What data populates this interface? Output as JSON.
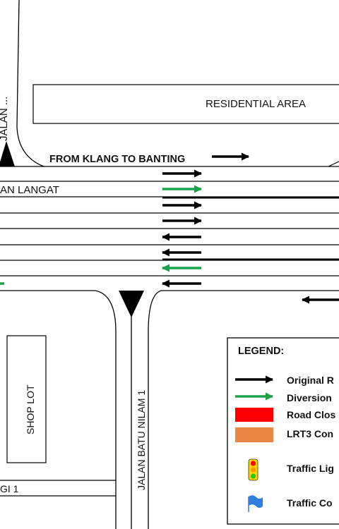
{
  "map": {
    "area_label": "RESIDENTIAL AREA",
    "direction_label": "FROM KLANG TO BANTING",
    "road_main_label": "AN LANGAT",
    "road_side_label": "JALAN BATU NILAM 1",
    "road_top_left_label": "JALAN ...",
    "road_bottom_left_label": "GI 1",
    "shop_label": "SHOP LOT"
  },
  "legend": {
    "title": "LEGEND:",
    "items": [
      {
        "label": "Original R",
        "icon": "black-arrow-icon",
        "color": "#000000"
      },
      {
        "label": "Diversion",
        "icon": "green-arrow-icon",
        "color": "#1aa34a"
      },
      {
        "label": "Road Clos",
        "icon": "red-box-icon",
        "color": "#ff0000"
      },
      {
        "label": "LRT3 Con",
        "icon": "orange-box-icon",
        "color": "#ec8644"
      },
      {
        "label": "Traffic Lig",
        "icon": "traffic-light-icon",
        "color": "#ffcc00"
      },
      {
        "label": "Traffic Co",
        "icon": "blue-flag-icon",
        "color": "#2f7fe0"
      }
    ]
  },
  "lane_arrows": [
    {
      "dir": "east",
      "color": "black"
    },
    {
      "dir": "east",
      "color": "green"
    },
    {
      "dir": "east",
      "color": "black"
    },
    {
      "dir": "east",
      "color": "black"
    },
    {
      "dir": "west",
      "color": "black"
    },
    {
      "dir": "west",
      "color": "black"
    },
    {
      "dir": "west",
      "color": "green"
    },
    {
      "dir": "west",
      "color": "black"
    }
  ],
  "colors": {
    "black": "#000000",
    "green": "#1aa34a"
  }
}
